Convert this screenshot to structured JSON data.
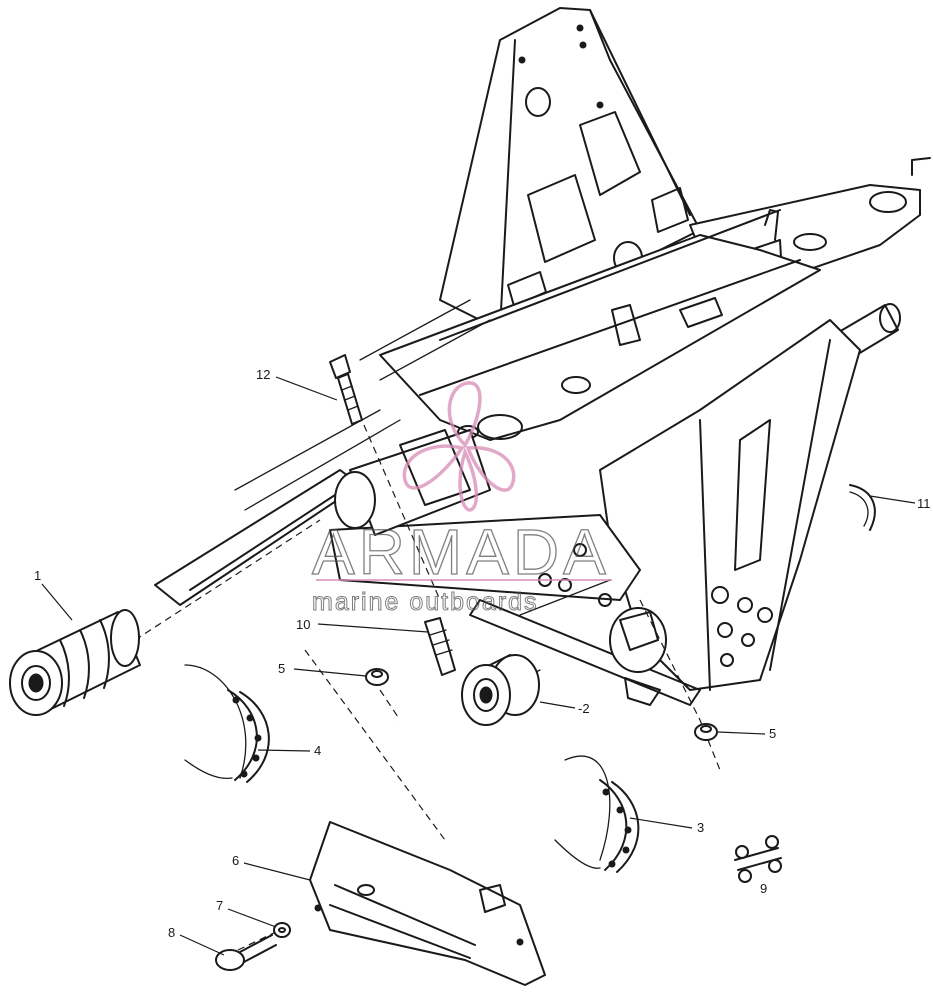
{
  "diagram": {
    "callouts": [
      {
        "id": "1",
        "text": "1"
      },
      {
        "id": "2",
        "text": "-2"
      },
      {
        "id": "3",
        "text": "3"
      },
      {
        "id": "4",
        "text": "4"
      },
      {
        "id": "5a",
        "text": "5"
      },
      {
        "id": "5b",
        "text": "5"
      },
      {
        "id": "6",
        "text": "6"
      },
      {
        "id": "7",
        "text": "7"
      },
      {
        "id": "8",
        "text": "8"
      },
      {
        "id": "9",
        "text": "9"
      },
      {
        "id": "10",
        "text": "10"
      },
      {
        "id": "11",
        "text": "11"
      },
      {
        "id": "12",
        "text": "12"
      }
    ]
  },
  "watermark": {
    "brand": "ARMADA",
    "tagline": "marine outboards",
    "color": "#d98cb6"
  }
}
